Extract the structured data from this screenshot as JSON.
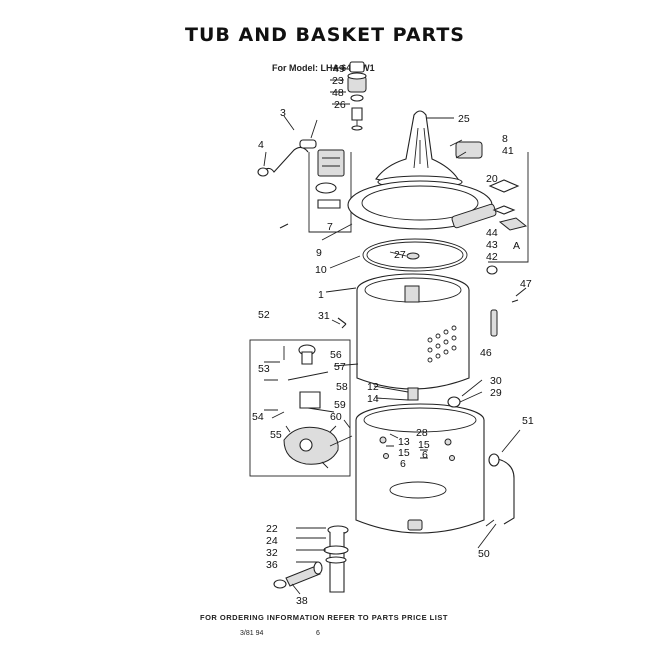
{
  "title": "TUB AND BASKET PARTS",
  "model": "For Model: LHA 6480W1",
  "footer": "FOR ORDERING INFORMATION REFER TO PARTS PRICE LIST",
  "date": "3/81 94",
  "page_number": "6",
  "callouts": [
    "49",
    "23",
    "48",
    "26",
    "3",
    "4",
    "7",
    "25",
    "8",
    "41",
    "20",
    "44",
    "43",
    "42",
    "A",
    "47",
    "9",
    "27",
    "10",
    "1",
    "31",
    "46",
    "52",
    "53",
    "56",
    "57",
    "58",
    "59",
    "60",
    "54",
    "55",
    "12",
    "14",
    "30",
    "29",
    "28",
    "13",
    "15",
    "6",
    "51",
    "22",
    "24",
    "32",
    "36",
    "38",
    "50"
  ]
}
